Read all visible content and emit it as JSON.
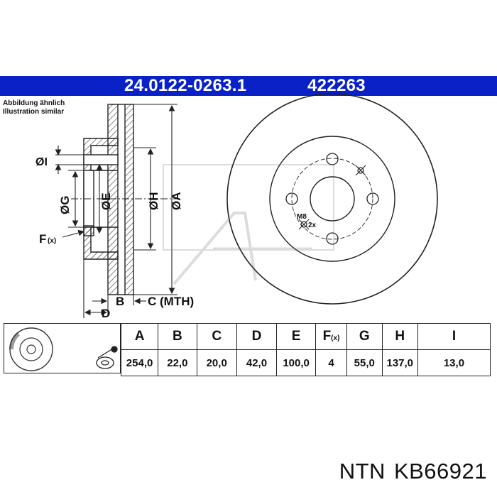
{
  "header": {
    "part_number": "24.0122-0263.1",
    "alt_number": "422263",
    "note_de": "Abbildung ähnlich",
    "note_en": "Illustration similar"
  },
  "drawing_labels": {
    "I": "ØI",
    "G": "ØG",
    "E": "ØE",
    "H": "ØH",
    "A": "ØA",
    "F": "F",
    "F_sub": "(x)",
    "B": "B",
    "C": "C (MTH)",
    "D": "D",
    "bolt": "M8",
    "bolt_count": "2x"
  },
  "table": {
    "headers": [
      "A",
      "B",
      "C",
      "D",
      "E",
      "F",
      "G",
      "H",
      "I"
    ],
    "header_F_sub": "(x)",
    "values": [
      "254,0",
      "22,0",
      "20,0",
      "42,0",
      "100,0",
      "4",
      "55,0",
      "137,0",
      "13,0"
    ]
  },
  "footer": {
    "brand": "NTN",
    "code": "KB66921"
  },
  "colors": {
    "banner": "#0a21c8",
    "line": "#222222"
  }
}
